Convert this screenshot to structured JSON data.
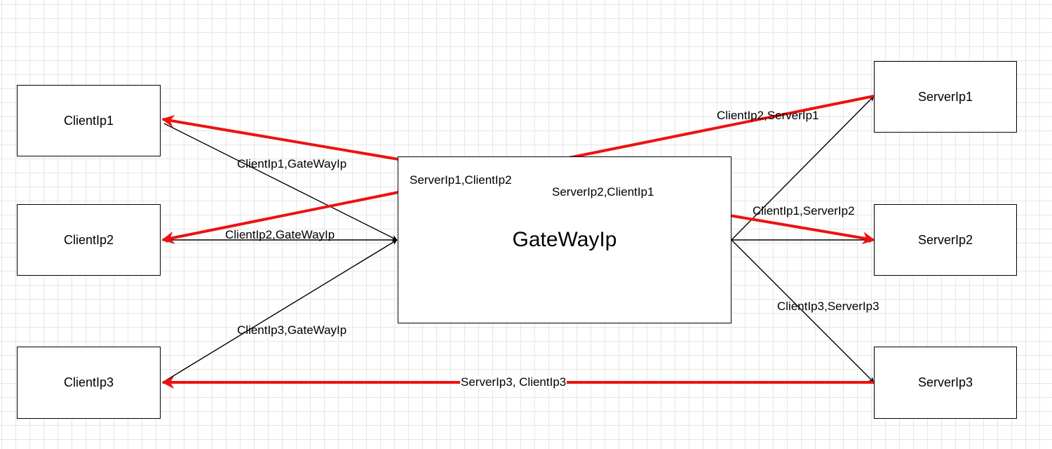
{
  "nodes": {
    "client1": "ClientIp1",
    "client2": "ClientIp2",
    "client3": "ClientIp3",
    "gateway": "GateWayIp",
    "server1": "ServerIp1",
    "server2": "ServerIp2",
    "server3": "ServerIp3"
  },
  "labels": {
    "c1_gw": "ClientIp1,GateWayIp",
    "c2_gw": "ClientIp2,GateWayIp",
    "c3_gw": "ClientIp3,GateWayIp",
    "gw_s1": "ClientIp2,ServerIp1",
    "gw_s2": "ClientIp1,ServerIp2",
    "gw_s3": "ClientIp3,ServerIp3",
    "s1_c2": "ServerIp1,ClientIp2",
    "s2_c1": "ServerIp2,ClientIp1",
    "s3_c3": "ServerIp3, ClientIp3"
  },
  "colors": {
    "request": "#000000",
    "response": "#ee1111",
    "grid": "#e6e6e6"
  }
}
